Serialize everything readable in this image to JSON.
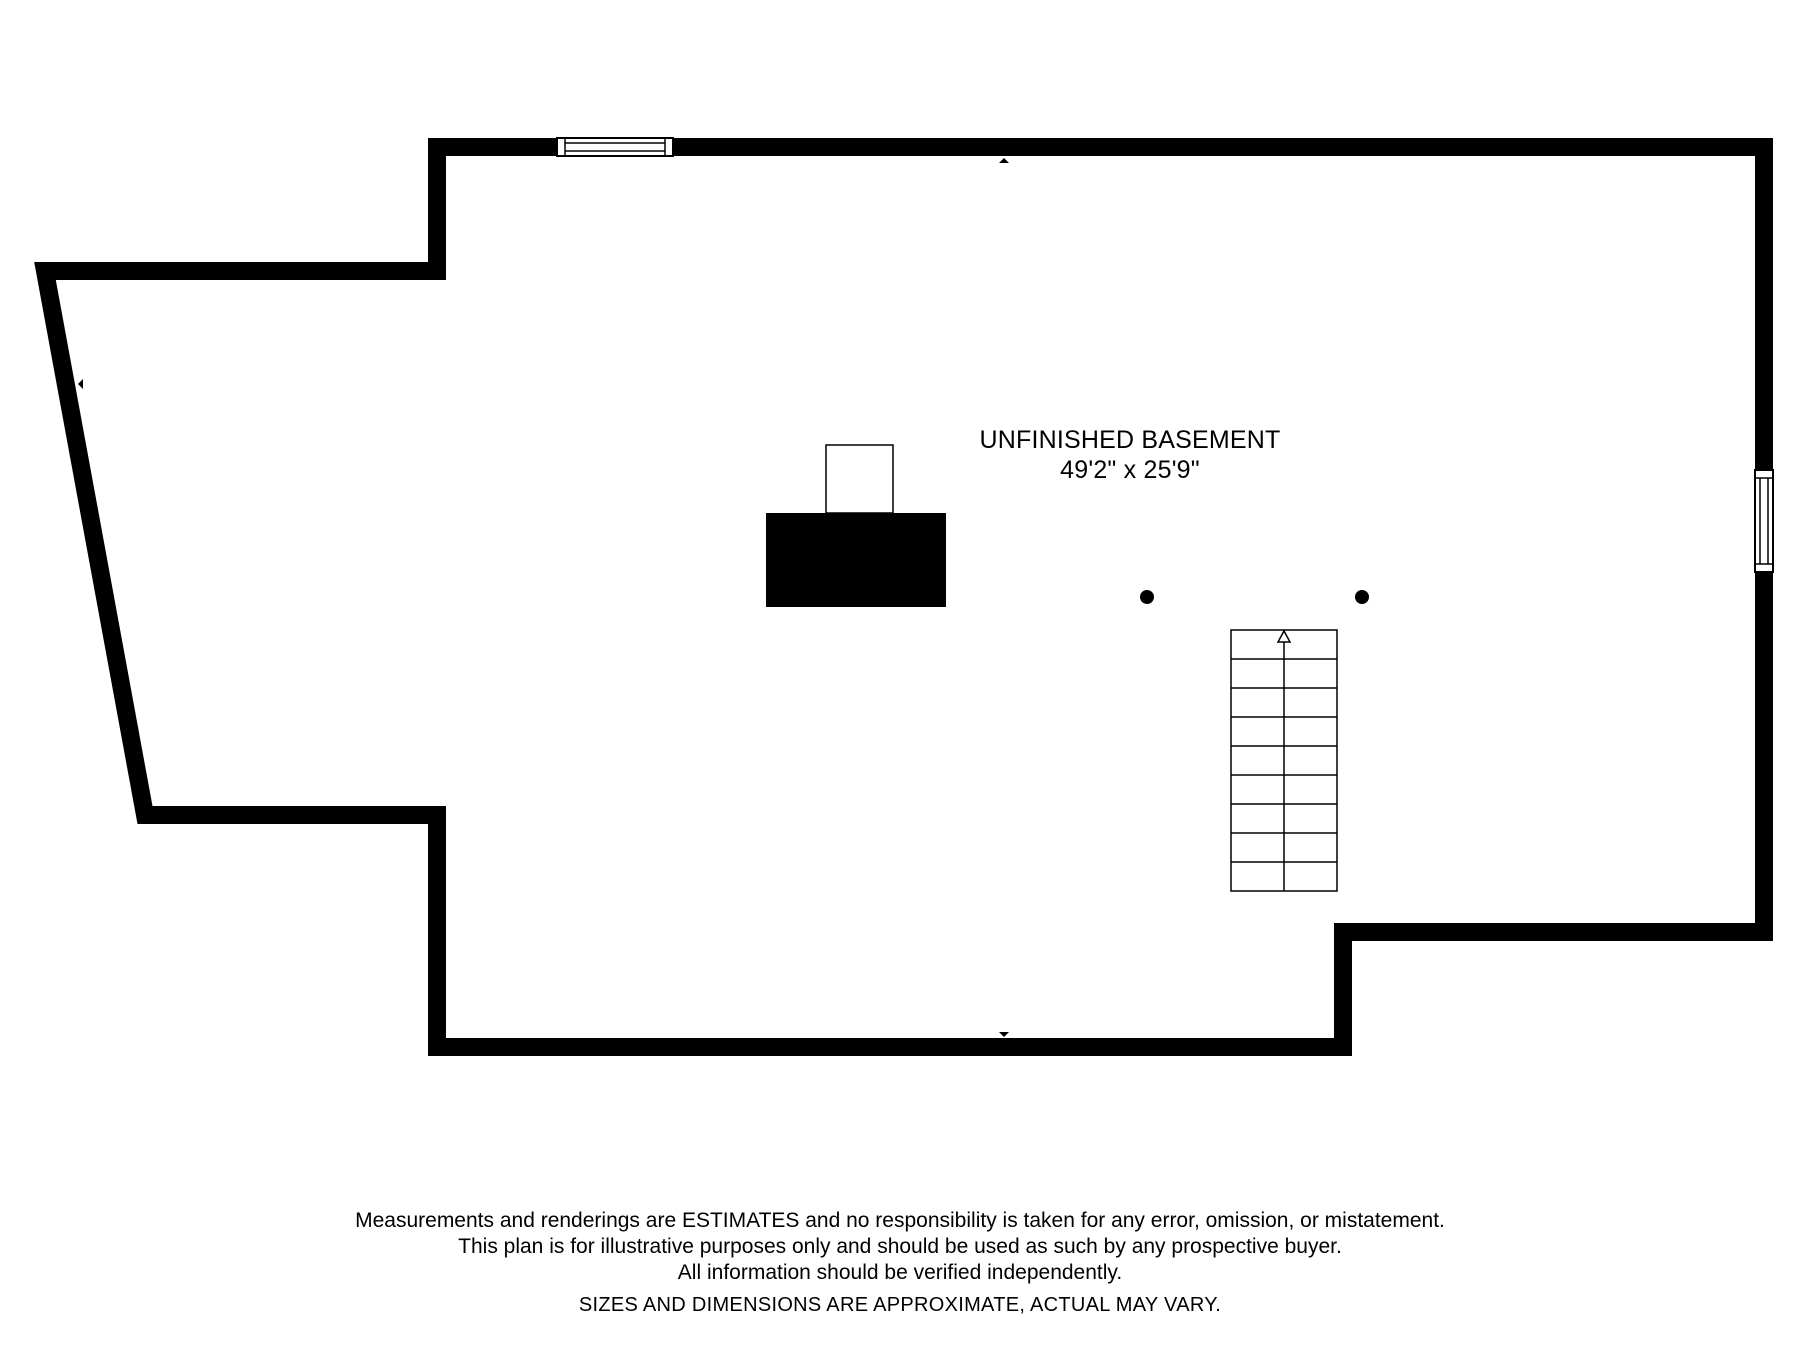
{
  "room": {
    "name": "UNFINISHED BASEMENT",
    "dimensions": "49'2\" x 25'9\""
  },
  "disclaimer": {
    "line1": "Measurements and renderings are ESTIMATES and no responsibility is taken for any error, omission, or mistatement.",
    "line2": "This plan is for illustrative purposes only and should be used as such by any prospective buyer.",
    "line3": "All information should be verified independently.",
    "sizes_note": "SIZES AND DIMENSIONS ARE APPROXIMATE, ACTUAL MAY VARY."
  },
  "colors": {
    "wall": "#000000",
    "background": "#ffffff"
  }
}
